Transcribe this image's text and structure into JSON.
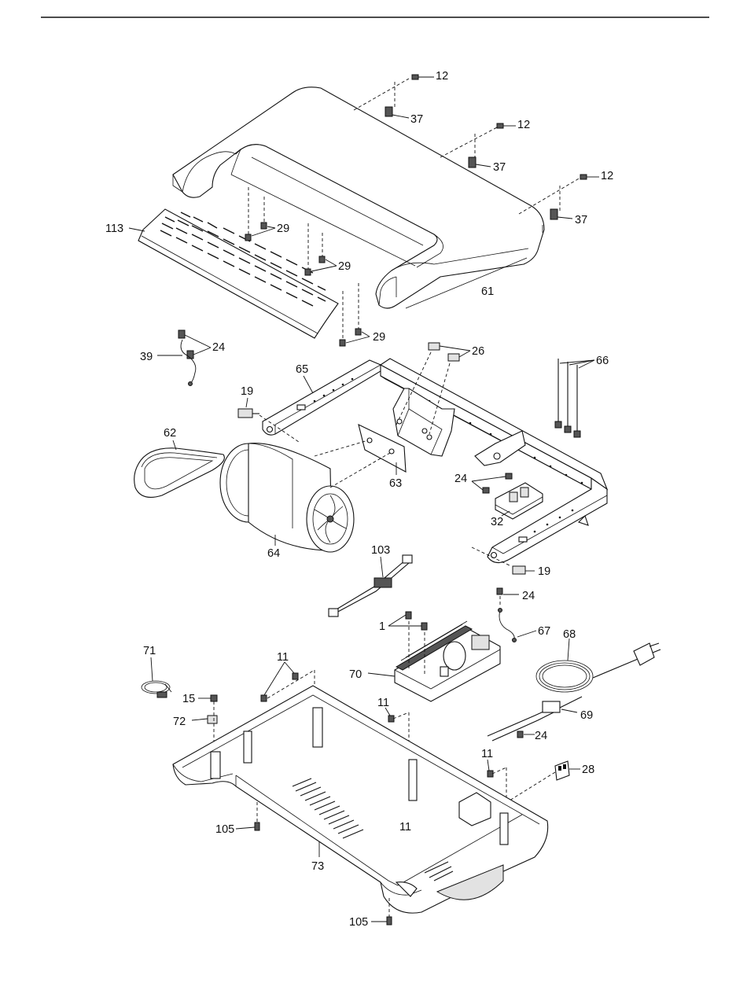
{
  "callouts": {
    "c12a": "12",
    "c12b": "12",
    "c12c": "12",
    "c37a": "37",
    "c37b": "37",
    "c37c": "37",
    "c113": "113",
    "c29a": "29",
    "c29b": "29",
    "c29c": "29",
    "c61": "61",
    "c24a": "24",
    "c39": "39",
    "c26": "26",
    "c66": "66",
    "c65": "65",
    "c19a": "19",
    "c62": "62",
    "c63": "63",
    "c24b": "24",
    "c32": "32",
    "c64": "64",
    "c19b": "19",
    "c103": "103",
    "c24c": "24",
    "c1": "1",
    "c67": "67",
    "c68": "68",
    "c71": "71",
    "c11a": "11",
    "c70": "70",
    "c15": "15",
    "c72": "72",
    "c11b": "11",
    "c69": "69",
    "c24d": "24",
    "c11c": "11",
    "c28": "28",
    "c105a": "105",
    "c11d": "11",
    "c73": "73",
    "c105b": "105"
  }
}
